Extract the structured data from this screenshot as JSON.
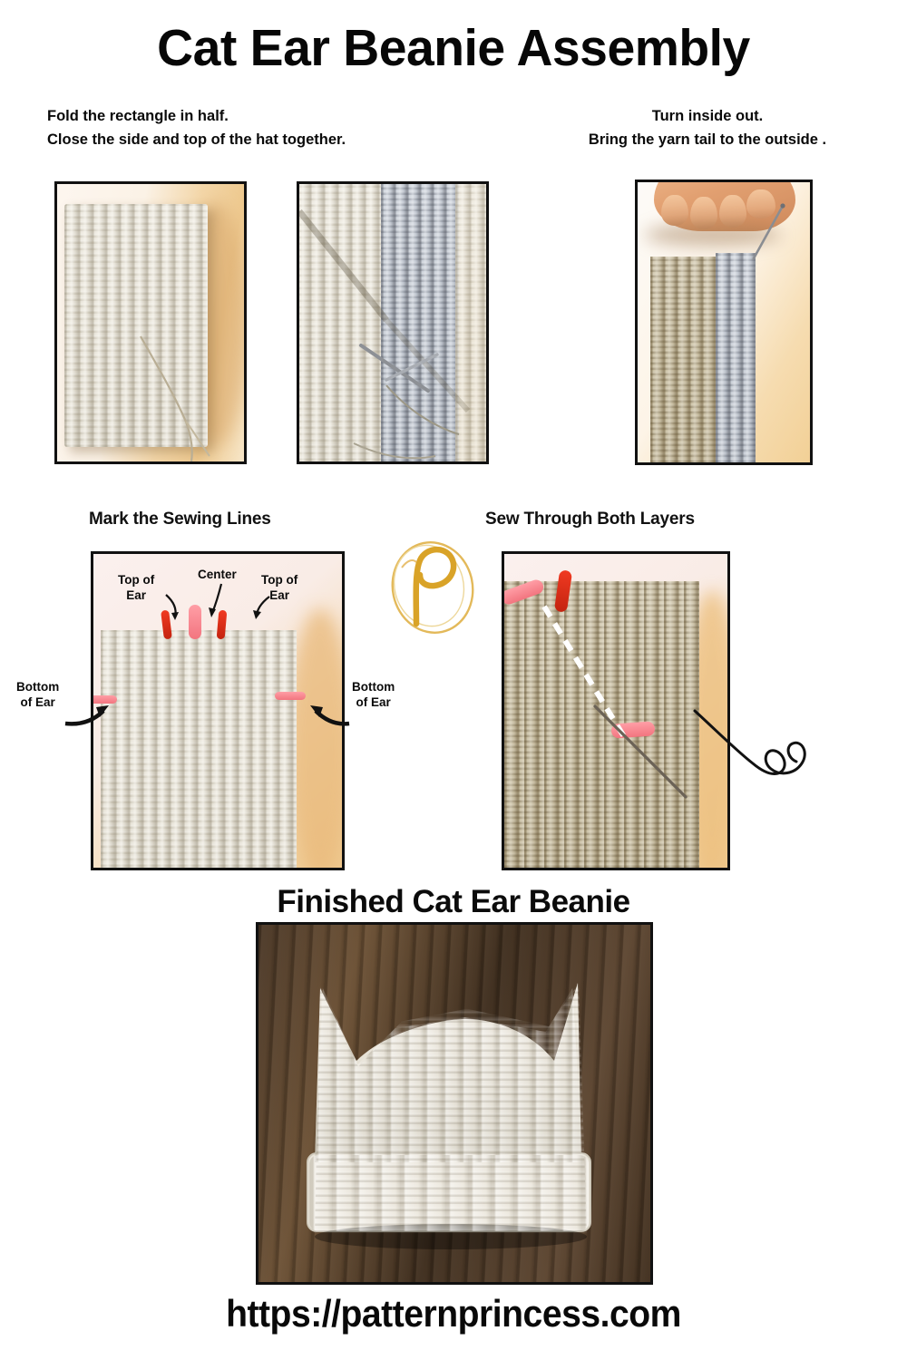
{
  "header": {
    "title": "Cat Ear Beanie Assembly"
  },
  "steps": {
    "left_caption": "Fold the rectangle in half.\nClose the side and top of the hat together.",
    "right_caption": "Turn inside out.\nBring the yarn tail to the outside ."
  },
  "sections": {
    "mark_heading": "Mark the Sewing Lines",
    "sew_heading": "Sew Through Both Layers",
    "finished_heading": "Finished Cat Ear Beanie"
  },
  "annotations": {
    "top_of_ear_left": "Top of\nEar",
    "center": "Center",
    "top_of_ear_right": "Top of\nEar",
    "bottom_of_ear_left": "Bottom\nof Ear",
    "bottom_of_ear_right": "Bottom\nof Ear"
  },
  "photos": {
    "folded_rectangle": "crocheted-ribbed-rectangle-folded-flat-with-yarn-tail",
    "seam_closeup": "closeup-of-folded-edge-seam-with-yarn-needle",
    "turn_inside_out": "hand-pulling-yarn-tail-through-hat-with-needle",
    "mark_sewing_lines": "ribbed-hat-edge-with-red-and-pink-stitch-markers",
    "sew_both_layers": "closeup-stitch-markers-with-dashed-sewing-line-and-needle",
    "finished_beanie": "finished-cream-cat-ear-beanie-on-dark-wood"
  },
  "branding": {
    "logo_letter": "P",
    "logo_color": "#d9a328",
    "url": "https://patternprincess.com"
  },
  "colors": {
    "text": "#0a0a0a",
    "frame": "#111111",
    "marker_red": "#e8301a",
    "marker_pink": "#f6848f",
    "background": "#ffffff"
  }
}
